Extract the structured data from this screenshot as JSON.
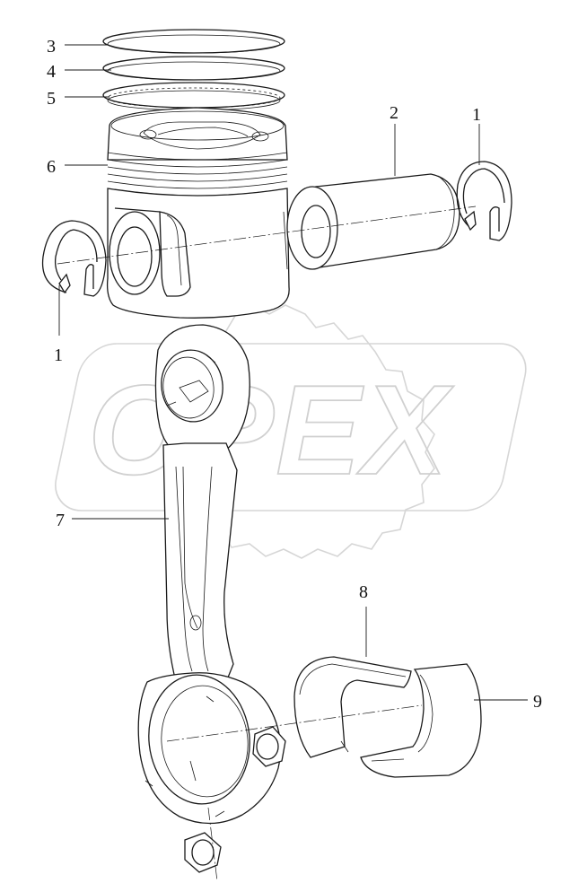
{
  "watermark": {
    "text": "OPEX"
  },
  "callouts": [
    {
      "id": "1",
      "label": "1"
    },
    {
      "id": "1b",
      "label": "1"
    },
    {
      "id": "2",
      "label": "2"
    },
    {
      "id": "3",
      "label": "3"
    },
    {
      "id": "4",
      "label": "4"
    },
    {
      "id": "5",
      "label": "5"
    },
    {
      "id": "6",
      "label": "6"
    },
    {
      "id": "7",
      "label": "7"
    },
    {
      "id": "8",
      "label": "8"
    },
    {
      "id": "9",
      "label": "9"
    }
  ],
  "parts": [
    {
      "callout": "1",
      "icon": "retaining-ring"
    },
    {
      "callout": "2",
      "icon": "piston-pin"
    },
    {
      "callout": "3",
      "icon": "piston-ring"
    },
    {
      "callout": "4",
      "icon": "piston-ring"
    },
    {
      "callout": "5",
      "icon": "oil-ring"
    },
    {
      "callout": "6",
      "icon": "piston"
    },
    {
      "callout": "7",
      "icon": "connecting-rod"
    },
    {
      "callout": "8",
      "icon": "bearing-shell-upper"
    },
    {
      "callout": "9",
      "icon": "bearing-shell-lower"
    }
  ]
}
